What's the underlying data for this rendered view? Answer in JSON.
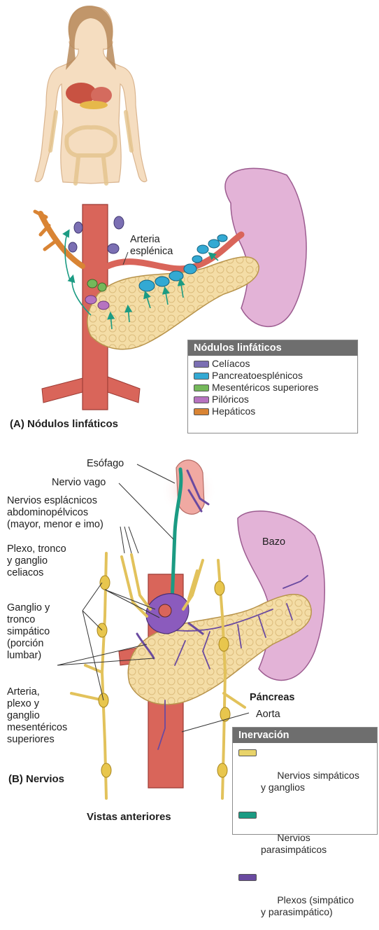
{
  "panel_a": {
    "title": "(A) Nódulos linfáticos",
    "artery_label": "Arteria\nesplénica",
    "legend": {
      "title": "Nódulos linfáticos",
      "items": [
        {
          "label": "Celíacos",
          "color": "#7b6fb3"
        },
        {
          "label": "Pancreatoesplénicos",
          "color": "#33a9d3"
        },
        {
          "label": "Mesentéricos superiores",
          "color": "#74b85a"
        },
        {
          "label": "Pilóricos",
          "color": "#b673c0"
        },
        {
          "label": "Hepáticos",
          "color": "#d98434"
        }
      ]
    }
  },
  "panel_b": {
    "title": "(B) Nervios",
    "labels": {
      "esofago": "Esófago",
      "vago": "Nervio vago",
      "esplacnicos": "Nervios esplácnicos\nabdominopélvicos\n(mayor, menor e imo)",
      "plexo": "Plexo, tronco\ny ganglio\nceliacos",
      "ganglio": "Ganglio y\ntronco\nsimpático\n(porción\nlumbar)",
      "arteria": "Arteria,\nplexo y\nganglio\nmesentéricos\nsuperiores",
      "bazo": "Bazo",
      "pancreas": "Páncreas",
      "aorta": "Aorta"
    },
    "legend": {
      "title": "Inervación",
      "items": [
        {
          "label": "Nervios simpáticos\ny ganglios",
          "color": "#e8d36a"
        },
        {
          "label": "Nervios\nparasimpáticos",
          "color": "#1b9b83"
        },
        {
          "label": "Plexos (simpático\ny parasimpático)",
          "color": "#6a4aa0"
        }
      ]
    }
  },
  "caption": "Vistas anteriores"
}
